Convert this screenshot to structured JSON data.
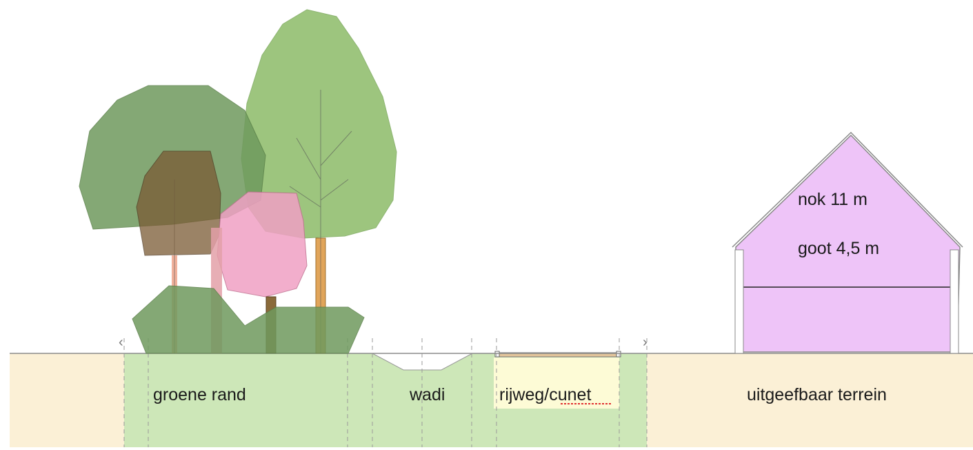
{
  "zones": [
    {
      "label": "groene rand"
    },
    {
      "label": "wadi"
    },
    {
      "label": "rijweg/cunet"
    },
    {
      "label": "uitgeefbaar terrein"
    }
  ],
  "building": {
    "ridge_label": "nok 11 m",
    "eaves_label": "goot 4,5 m"
  },
  "colors": {
    "ground_beige": "#fbf0d6",
    "ground_green": "#cde7b8",
    "road_yellow": "#fdfbd6",
    "building_fill": "#eec4f8",
    "tree_green": "#8cbc68",
    "tree_dark_green": "#6f9a5e",
    "tree_brown": "#7a5a34",
    "tree_pink": "#f0a0c4"
  },
  "markers": {
    "left": "‹",
    "right": "›"
  }
}
